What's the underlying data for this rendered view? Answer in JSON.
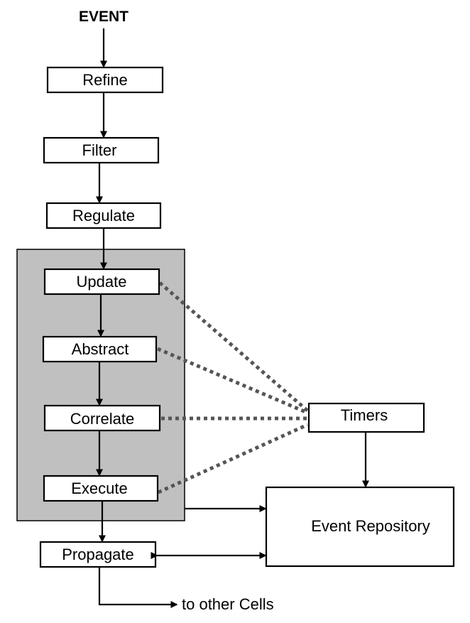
{
  "diagram": {
    "event_label": "EVENT",
    "steps": {
      "refine": "Refine",
      "filter": "Filter",
      "regulate": "Regulate",
      "update": "Update",
      "abstract": "Abstract",
      "correlate": "Correlate",
      "execute": "Execute",
      "propagate": "Propagate"
    },
    "timers": "Timers",
    "event_repository": "Event Repository",
    "to_other_cells": "to other Cells"
  },
  "colors": {
    "panel": "#c0c0c0",
    "dotted_links": "#555555",
    "lines": "#000000"
  }
}
